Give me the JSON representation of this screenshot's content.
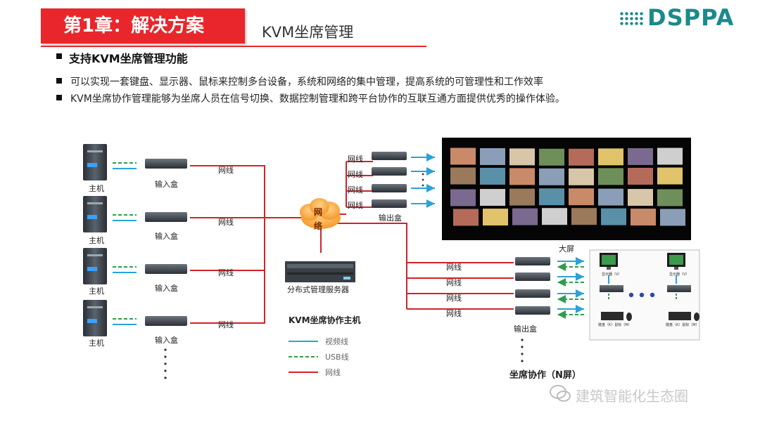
{
  "header": {
    "chapter_title": "第1章：解决方案",
    "subtitle": "KVM坐席管理",
    "logo_text": "DSPPA"
  },
  "content": {
    "heading": "支持KVM坐席管理功能",
    "bullets": [
      "可以实现一套键盘、显示器、鼠标来控制多台设备，系统和网络的集中管理，提高系统的可管理性和工作效率",
      "KVM坐席协作管理能够为坐席人员在信号切换、数据控制管理和跨平台协作的互联互通方面提供优秀的操作体验。"
    ]
  },
  "diagram": {
    "host_label": "主机",
    "input_box_label": "输入盒",
    "output_box_label": "输出盒",
    "net_line_label": "网线",
    "network_cloud": "网络",
    "server_label": "分布式管理服务器",
    "kvm_host_title": "KVM坐席协作主机",
    "big_screen_label": "大屏",
    "seat_collab_label": "坐席协作（N屏）",
    "monitor_label": "显示器（V）",
    "kvm_label": "键盘（K）鼠标（M）",
    "legend": {
      "video": "视频线",
      "usb": "USB线",
      "net": "网线"
    },
    "colors": {
      "net": "#d2222a",
      "video": "#29a3d8",
      "usb": "#2e9e4a"
    }
  },
  "watermark": {
    "text": "建筑智能化生态圈"
  }
}
